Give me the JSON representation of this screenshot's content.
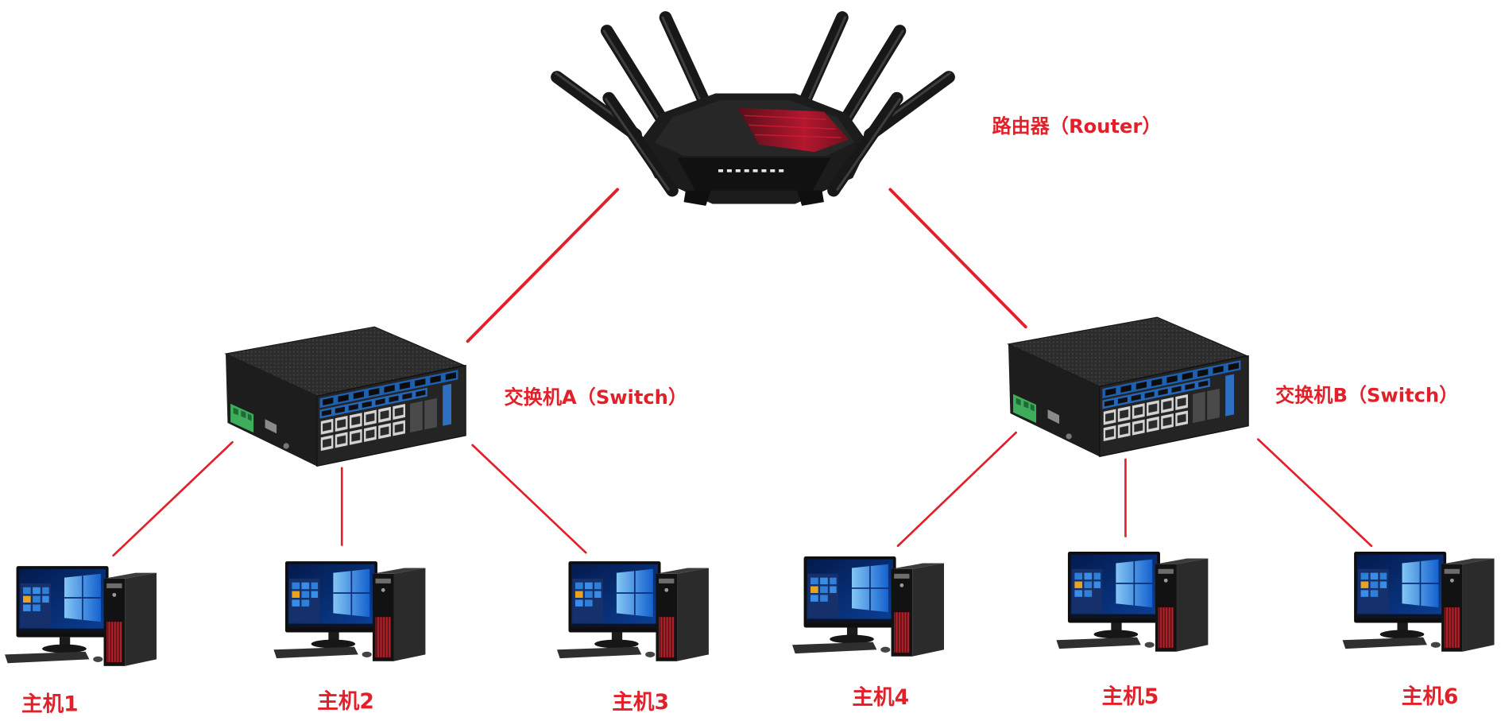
{
  "diagram": {
    "router": {
      "label": "路由器（Router）",
      "icon": "router-icon",
      "switches": [
        {
          "label": "交换机A（Switch）",
          "icon": "switch-icon",
          "hosts": [
            {
              "label": "主机1",
              "icon": "desktop-computer-icon"
            },
            {
              "label": "主机2",
              "icon": "desktop-computer-icon"
            },
            {
              "label": "主机3",
              "icon": "desktop-computer-icon"
            }
          ]
        },
        {
          "label": "交换机B（Switch）",
          "icon": "switch-icon",
          "hosts": [
            {
              "label": "主机4",
              "icon": "desktop-computer-icon"
            },
            {
              "label": "主机5",
              "icon": "desktop-computer-icon"
            },
            {
              "label": "主机6",
              "icon": "desktop-computer-icon"
            }
          ]
        }
      ]
    }
  },
  "colors": {
    "label": "#e3202a",
    "link": "#e3202a",
    "background": "#ffffff"
  }
}
